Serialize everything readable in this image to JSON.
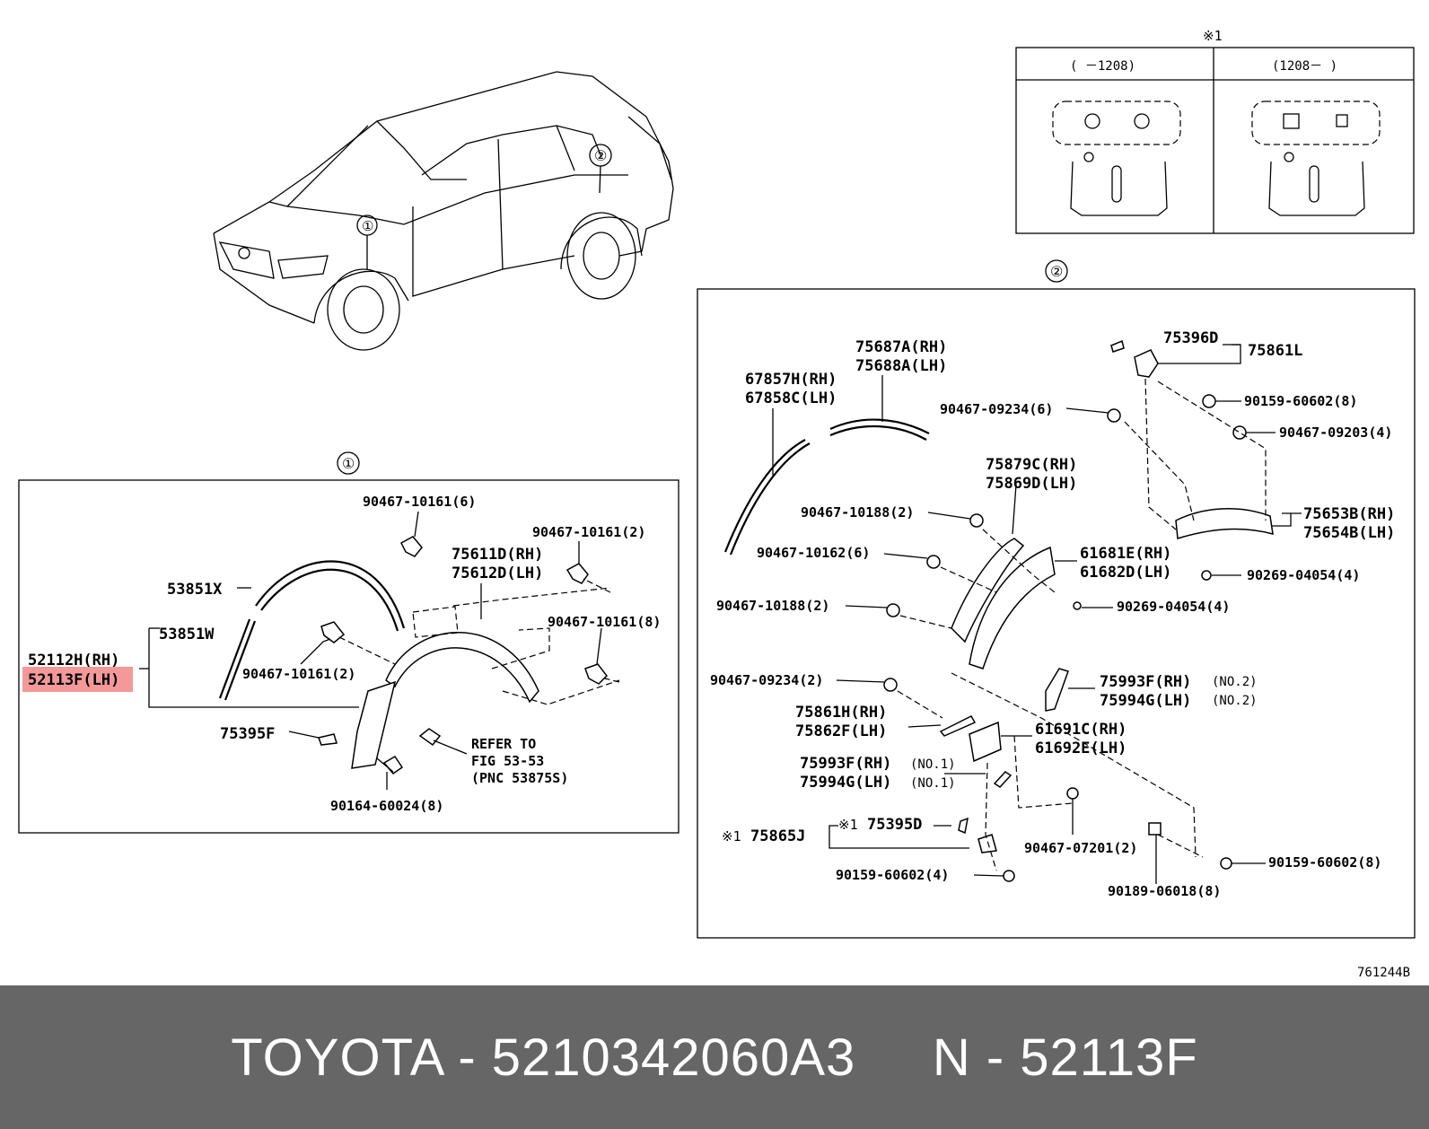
{
  "diagram": {
    "figure_code": "761244B",
    "callouts": {
      "one": "①",
      "two": "②",
      "note_mark": "※1"
    },
    "inset": {
      "header_mark": "※1",
      "col_left": "(    －1208)",
      "col_right": "(1208－    )"
    },
    "panel1": {
      "labels": {
        "p53851x": "53851X",
        "p53851w": "53851W",
        "p52112h": "52112H(RH)",
        "p52113f": "52113F(LH)",
        "p90467_10161_6": "90467-10161(6)",
        "p90467_10161_2a": "90467-10161(2)",
        "p90467_10161_8": "90467-10161(8)",
        "p90467_10161_2b": "90467-10161(2)",
        "p75611d": "75611D(RH)",
        "p75612d": "75612D(LH)",
        "p75395f": "75395F",
        "p90164": "90164-60024(8)",
        "refer1": "REFER TO",
        "refer2": "FIG 53-53",
        "refer3": "(PNC 53875S)"
      }
    },
    "panel2": {
      "labels": {
        "p75687a": "75687A(RH)",
        "p75688a": "75688A(LH)",
        "p67857h": "67857H(RH)",
        "p67858c": "67858C(LH)",
        "p75396d": "75396D",
        "p75861l": "75861L",
        "p90159_8a": "90159-60602(8)",
        "p90467_09234_6": "90467-09234(6)",
        "p90467_09203": "90467-09203(4)",
        "p75879c": "75879C(RH)",
        "p75869d": "75869D(LH)",
        "p90467_10188_2a": "90467-10188(2)",
        "p75653b": "75653B(RH)",
        "p75654b": "75654B(LH)",
        "p90467_10162": "90467-10162(6)",
        "p61681e": "61681E(RH)",
        "p61682d": "61682D(LH)",
        "p90269a": "90269-04054(4)",
        "p90467_10188_2b": "90467-10188(2)",
        "p90269b": "90269-04054(4)",
        "p90467_09234_2": "90467-09234(2)",
        "p75993f_a": "75993F(RH)",
        "p75994g_a": "75994G(LH)",
        "no2a": "(NO.2)",
        "no2b": "(NO.2)",
        "p75861h": "75861H(RH)",
        "p75862f": "75862F(LH)",
        "p61691c": "61691C(RH)",
        "p61692e": "61692E(LH)",
        "p75993f_b": "75993F(RH)",
        "p75994g_b": "75994G(LH)",
        "no1a": "(NO.1)",
        "no1b": "(NO.1)",
        "p75395d": "75395D",
        "p75865j": "75865J",
        "p90467_07201": "90467-07201(2)",
        "p90159_4": "90159-60602(4)",
        "p90189": "90189-06018(8)",
        "p90159_8b": "90159-60602(8)"
      }
    }
  },
  "footer": {
    "brand": "TOYOTA",
    "sep1": " - ",
    "code": "5210342060A3",
    "gap": "     ",
    "prefix": "N",
    "sep2": " - ",
    "part": "52113F"
  },
  "highlight_color": "#f08080"
}
